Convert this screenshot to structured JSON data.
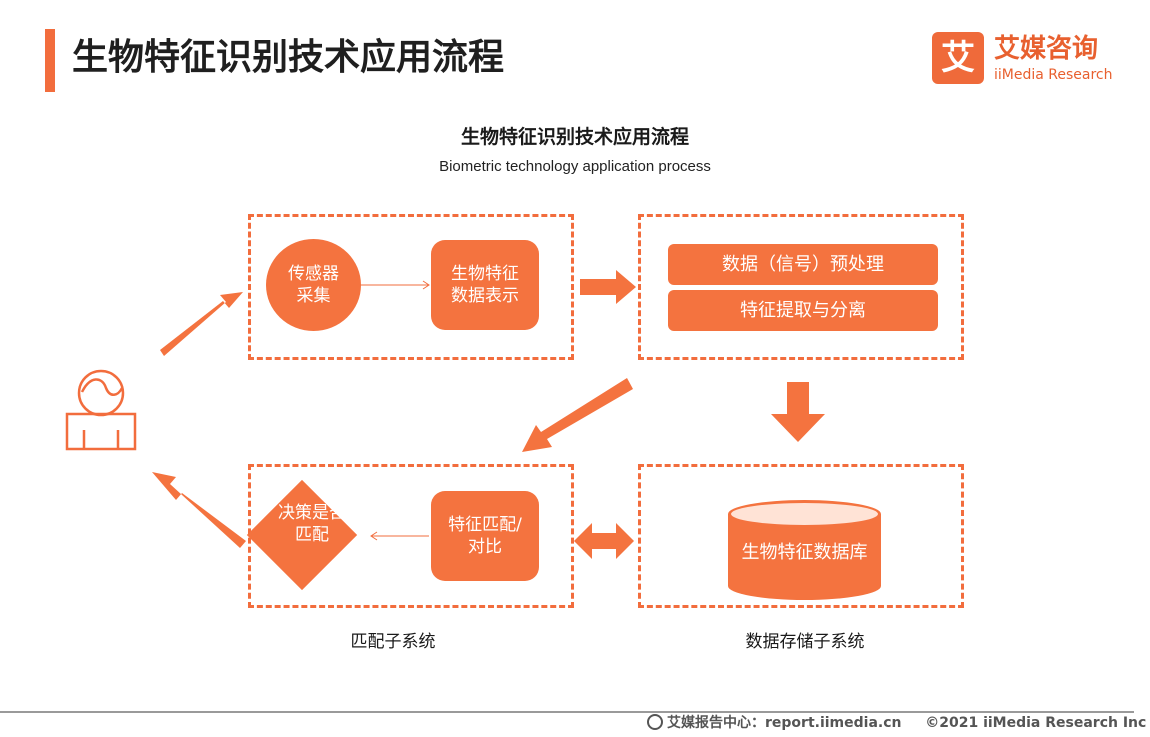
{
  "page_title": "生物特征识别技术应用流程",
  "logo": {
    "mark": "艾",
    "cn": "艾媒咨询",
    "en": "iiMedia Research"
  },
  "diagram": {
    "title": "生物特征识别技术应用流程",
    "subtitle": "Biometric technology application process",
    "nodes": {
      "sensor": "传感器采集",
      "representation": "生物特征数据表示",
      "preprocess": "数据（信号）预处理",
      "extraction": "特征提取与分离",
      "database": "生物特征数据库",
      "matching": "特征匹配/对比",
      "decision": "决策是否匹配"
    },
    "subsystems": {
      "matching": "匹配子系统",
      "storage": "数据存储子系统"
    }
  },
  "footer": {
    "source": "艾媒报告中心：report.iimedia.cn",
    "copyright": "©2021  iiMedia Research  Inc"
  },
  "colors": {
    "accent": "#f26d3d",
    "node_fill": "#f4733f",
    "database_top": "#ffe3d6"
  }
}
